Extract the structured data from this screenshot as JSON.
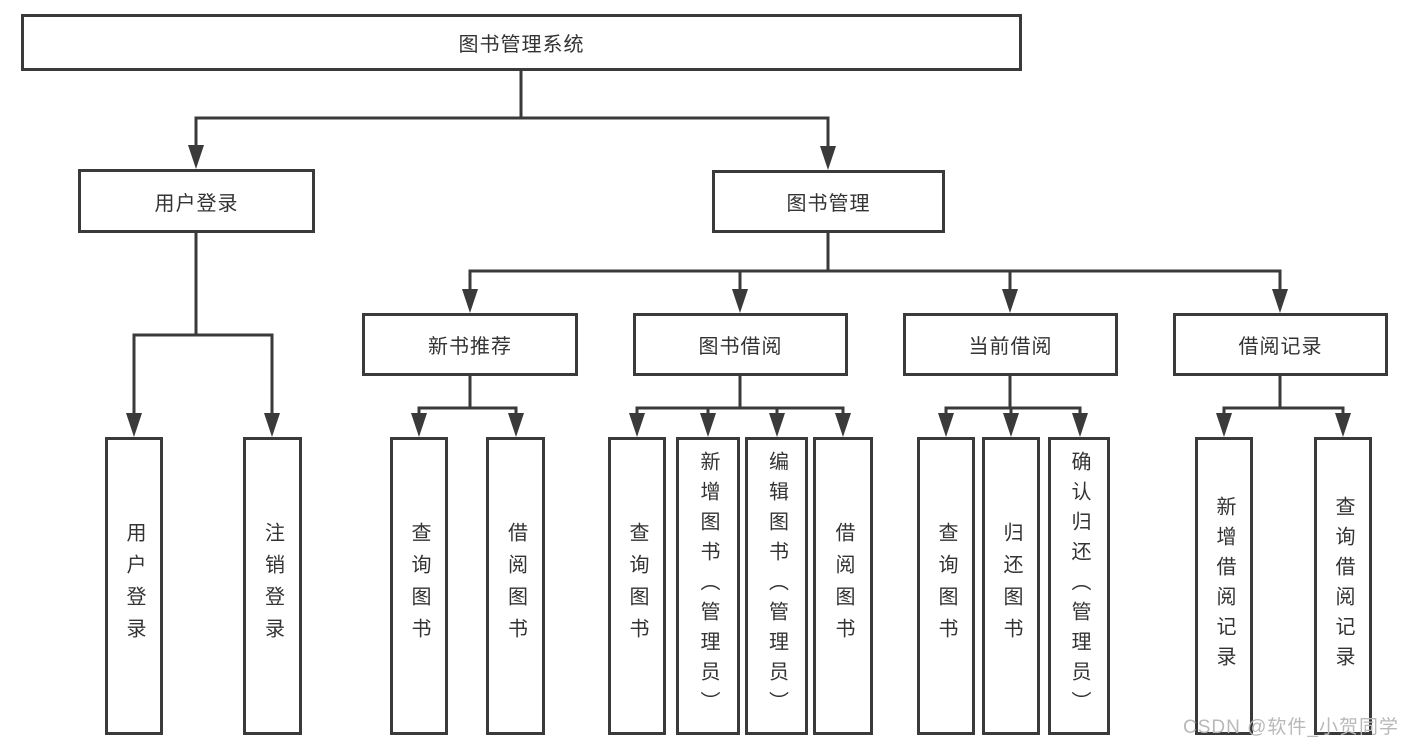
{
  "root": {
    "label": "图书管理系统"
  },
  "branches": {
    "user_login": {
      "label": "用户登录"
    },
    "book_mgmt": {
      "label": "图书管理"
    }
  },
  "sections": {
    "new_books": {
      "label": "新书推荐"
    },
    "book_borrow": {
      "label": "图书借阅"
    },
    "current_borrow": {
      "label": "当前借阅"
    },
    "borrow_records": {
      "label": "借阅记录"
    }
  },
  "leaves": {
    "user_login": {
      "label": "用户登录"
    },
    "logout": {
      "label": "注销登录"
    },
    "nb_query": {
      "label": "查询图书"
    },
    "nb_borrow": {
      "label": "借阅图书"
    },
    "bb_query": {
      "label": "查询图书"
    },
    "bb_add": {
      "label": "新增图书（管理员）"
    },
    "bb_edit": {
      "label": "编辑图书（管理员）"
    },
    "bb_borrow": {
      "label": "借阅图书"
    },
    "cb_query": {
      "label": "查询图书"
    },
    "cb_return": {
      "label": "归还图书"
    },
    "cb_confirm": {
      "label": "确认归还（管理员）"
    },
    "br_add": {
      "label": "新增借阅记录"
    },
    "br_query": {
      "label": "查询借阅记录"
    }
  },
  "watermark": {
    "text": "CSDN @软件_小贺同学"
  },
  "colors": {
    "line": "#3a3a3a",
    "text": "#333333",
    "watermark": "#b9b9b9",
    "background": "#ffffff"
  }
}
